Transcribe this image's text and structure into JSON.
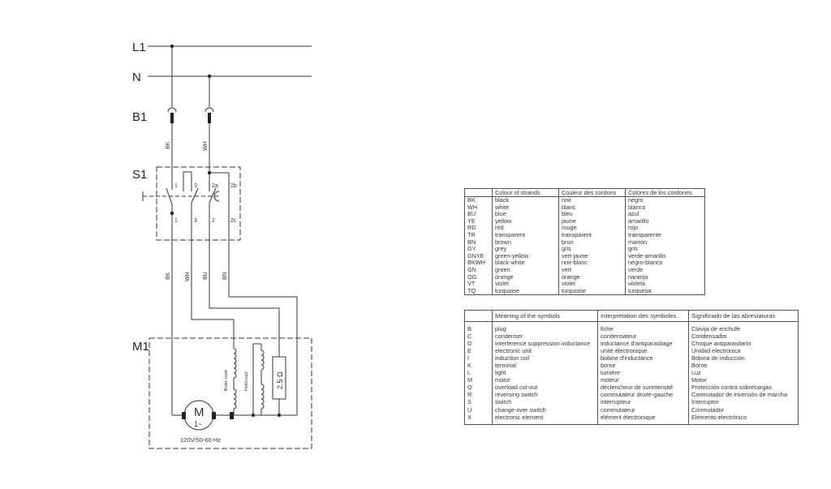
{
  "schematic": {
    "labels": {
      "l1": "L1",
      "n": "N",
      "b1": "B1",
      "s1": "S1",
      "m1": "M1"
    },
    "wire_labels": {
      "bk_top": "BK",
      "wh_top": "WH",
      "bk_bottom": "BK",
      "wh_bottom": "WH",
      "bu_bottom": "BU",
      "bn_bottom": "BN"
    },
    "switch_terminals": {
      "t1_top": "1",
      "t3_top": "3",
      "t2a": "2a",
      "t2b": "2b",
      "t1_bottom": "1",
      "t3_bottom": "3",
      "t2_bottom": "2",
      "t2c": "2c"
    },
    "motor": {
      "symbol": "M",
      "phase": "1~",
      "rating": "120V/50-60 Hz",
      "brake_coil_label": "Brake Lead",
      "field_coil_label": "Field Lead",
      "resistor_label": "2.5 Ω"
    }
  },
  "colour_table": {
    "headers": [
      "",
      "Colour of strands",
      "Couleur des cordons",
      "Colores de los cordones"
    ],
    "codes": "BK\nWH\nBU\nYE\nRD\nTR\nBN\nGY\nGNYE\nBKWH\nGN\nOG\nVT\nTQ",
    "english": "black\nwhite\nblue\nyellow\nred\ntransparent\nbrown\ngrey\ngreen-yellow\nblack-white\ngreen\norange\nviolet\nturquoise",
    "french": "noir\nblanc\nbleu\njaune\nrouge\ntransparent\nbrun\ngris\nvert-jaune\nnoir-blanc\nvert\norange\nviolet\nturquoise",
    "spanish": "negro\nblanco\nazul\namarillo\nrojo\ntransparente\nmarrón\ngris\nverde-amarillo\nnegro-blanco\nverde\nnaranja\nvioleta\nturquesa"
  },
  "symbol_table": {
    "headers": [
      "",
      "Meaning of the symbols",
      "Interprétation des symboles",
      "Significado de las abreviaturas"
    ],
    "codes": "B\nC\nD\nE\nI\nK\nL\nM\nO\nR\nS\nU\nX",
    "english": "plug\ncondenser\ninterference suppression inductance\nelectronic unit\ninduction coil\nterminal\nlight\nmotor\noverload cut-out\nreversing switch\nswitch\nchange-over switch\nelectronic element",
    "french": "fiche\ncondensateur\ninductance d'antiparasitage\nunité électronique\nbobine d'inductance\nborne\nlumière\nmoteur\ndéclencheur de surintensité\ncommutateur droite-gauche\ninterrupteur\ncommutateur\nélément électronique",
    "spanish": "Clavija de enchufe\nCondensador\nChoque antiparasitario\nUnidad electrónica\nBobina de inducción\nBorne\nLuz\nMotor\nProtección contra sobrecargas\nConmutador de inversión de marcha\nInterruptor\nConmutador\nElemento electrónico"
  }
}
